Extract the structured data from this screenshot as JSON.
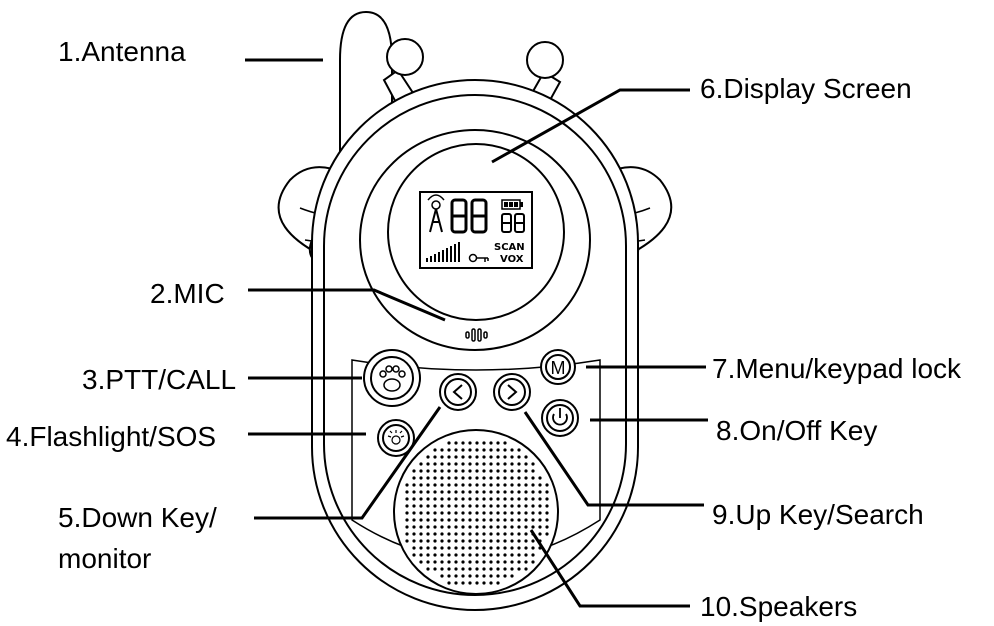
{
  "labels": {
    "antenna": "1.Antenna",
    "mic": "2.MIC",
    "ptt": "3.PTT/CALL",
    "flashlight": "4.Flashlight/SOS",
    "down_key_line1": "5.Down Key/",
    "down_key_line2": "monitor",
    "display": "6.Display Screen",
    "menu": "7.Menu/keypad lock",
    "power": "8.On/Off Key",
    "up_key": "9.Up Key/Search",
    "speakers": "10.Speakers"
  },
  "lcd": {
    "scan": "SCAN",
    "vox": "VOX"
  },
  "buttons": {
    "menu_letter": "M"
  }
}
